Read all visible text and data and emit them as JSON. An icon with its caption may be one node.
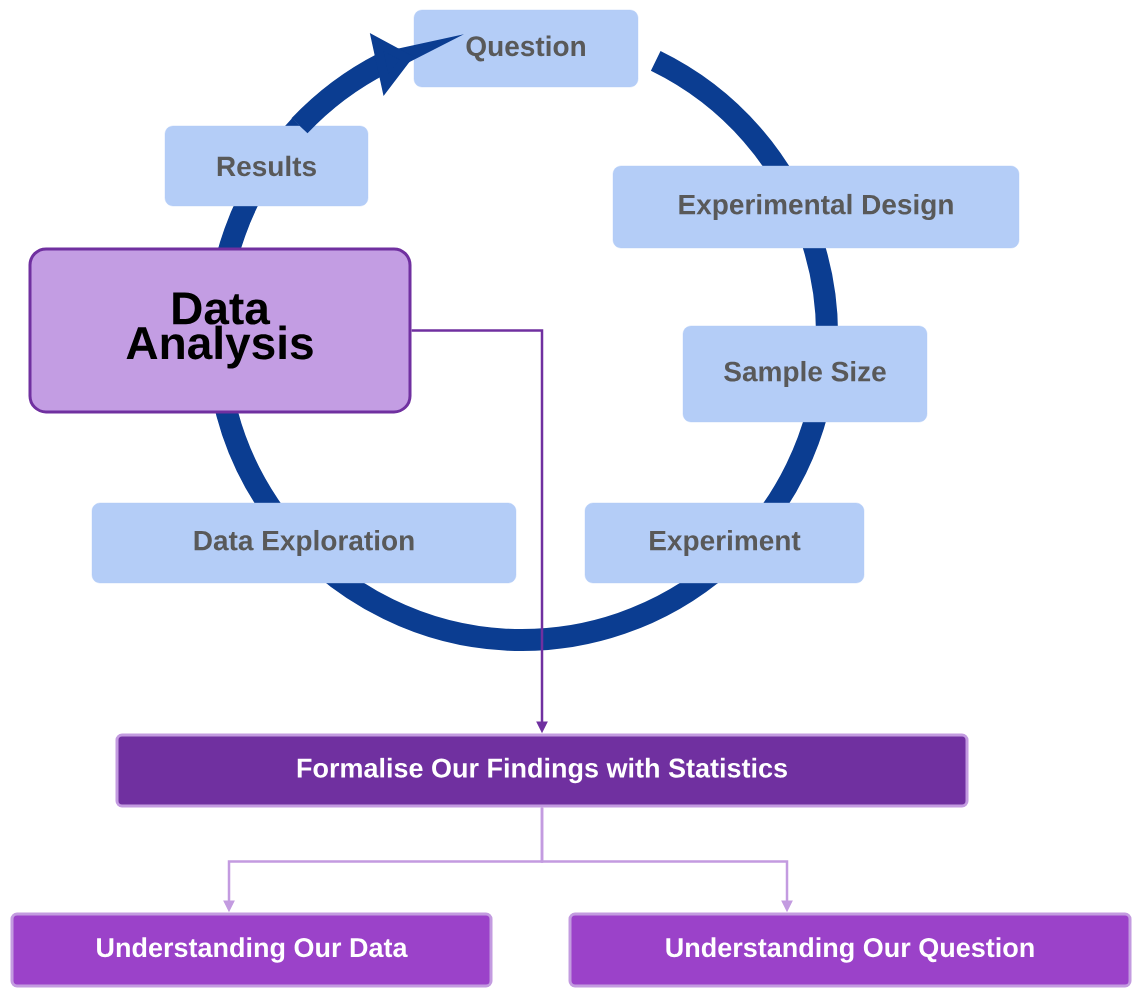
{
  "diagram": {
    "nodes": [
      {
        "text": [
          "Question"
        ]
      },
      {
        "text": [
          "Experimental Design"
        ]
      },
      {
        "text": [
          "Sample Size"
        ]
      },
      {
        "text": [
          "Experiment"
        ]
      },
      {
        "text": [
          "Data Exploration"
        ]
      },
      {
        "text": [
          "Data Analysis"
        ]
      },
      {
        "text": [
          "Results"
        ]
      },
      {
        "text": [
          "Formalise Our Findings with Statistics"
        ]
      },
      {
        "text": [
          "Understanding Our Data"
        ]
      },
      {
        "text": [
          "Understanding Our Question"
        ]
      }
    ],
    "edges": [
      {
        "from": 6,
        "to": 0,
        "arrow": "to",
        "style": "thick",
        "color": "#0b3d91"
      },
      {
        "from": 5,
        "to": 7,
        "arrow": "to",
        "color": "#7030a0"
      },
      {
        "from": 7,
        "to": 8,
        "arrow": "to",
        "color": "#c39be0"
      },
      {
        "from": 7,
        "to": 9,
        "arrow": "to",
        "color": "#c39be0"
      }
    ]
  }
}
